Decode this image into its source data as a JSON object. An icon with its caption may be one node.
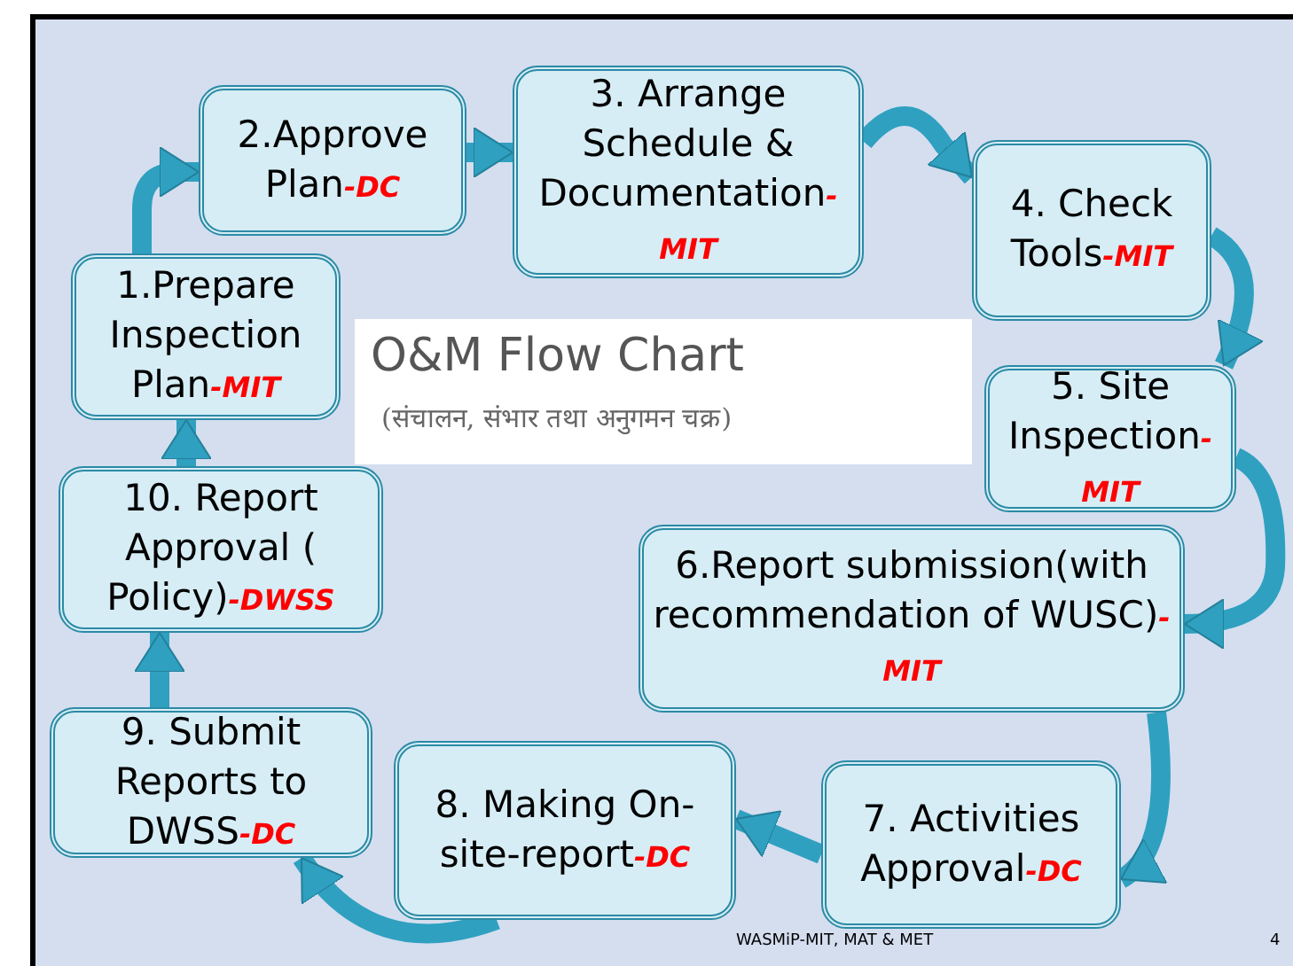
{
  "diagram": {
    "title": "O&M Flow Chart",
    "nodes": [
      {
        "text": [
          "1.Prepare Inspection Plan",
          "-MIT"
        ]
      },
      {
        "text": [
          "2.Approve Plan",
          "-DC"
        ]
      },
      {
        "text": [
          "3. Arrange Schedule & Documentation",
          "-MIT"
        ]
      },
      {
        "text": [
          "4. Check Tools",
          "-MIT"
        ]
      },
      {
        "text": [
          "5. Site Inspection",
          "-MIT"
        ]
      },
      {
        "text": [
          "6.Report submission(with recommendation of WUSC)",
          "-MIT"
        ]
      },
      {
        "text": [
          "7. Activities Approval",
          "-DC"
        ]
      },
      {
        "text": [
          "8. Making On-site-report",
          "-DC"
        ]
      },
      {
        "text": [
          "9. Submit Reports to DWSS",
          "-DC"
        ]
      },
      {
        "text": [
          "10. Report Approval ( Policy)",
          "-DWSS"
        ]
      }
    ],
    "edges": [
      {
        "from": 0,
        "to": 1,
        "arrow": "to"
      },
      {
        "from": 1,
        "to": 2,
        "arrow": "to"
      },
      {
        "from": 2,
        "to": 3,
        "arrow": "to"
      },
      {
        "from": 3,
        "to": 4,
        "arrow": "to"
      },
      {
        "from": 4,
        "to": 5,
        "arrow": "to"
      },
      {
        "from": 5,
        "to": 6,
        "arrow": "to"
      },
      {
        "from": 6,
        "to": 7,
        "arrow": "to"
      },
      {
        "from": 7,
        "to": 8,
        "arrow": "to"
      },
      {
        "from": 8,
        "to": 9,
        "arrow": "to"
      },
      {
        "from": 9,
        "to": 0,
        "arrow": "to"
      }
    ],
    "labels": [
      "(संचालन, संभार तथा अनुगमन चक्र)",
      "WASMiP-MIT, MAT & MET",
      "4"
    ]
  }
}
